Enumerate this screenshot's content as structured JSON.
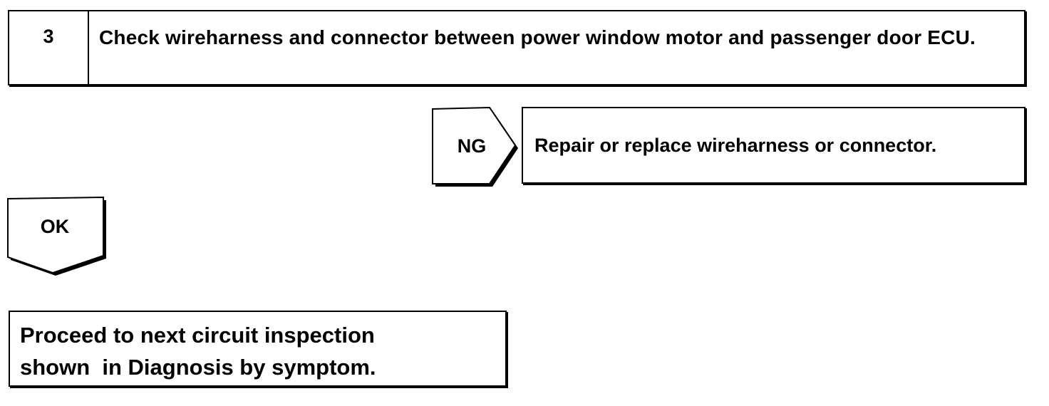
{
  "step": {
    "number": "3",
    "title": "Check wireharness and connector between power window motor and passenger door ECU."
  },
  "ng_branch": {
    "label": "NG",
    "action": "Repair or replace wireharness or connector."
  },
  "ok_branch": {
    "label": "OK"
  },
  "conclusion": {
    "lines": [
      "Proceed to next circuit inspection",
      "shown  in Diagnosis by symptom."
    ]
  }
}
